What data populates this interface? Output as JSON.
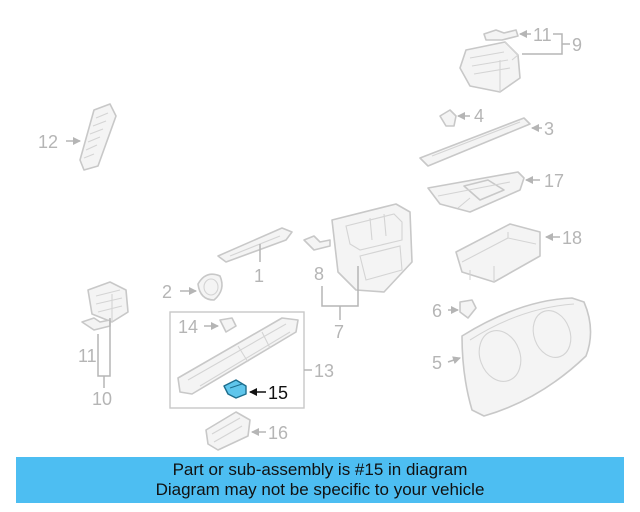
{
  "callouts": {
    "c1": "1",
    "c2": "2",
    "c3": "3",
    "c4": "4",
    "c5": "5",
    "c6": "6",
    "c7": "7",
    "c8": "8",
    "c9": "9",
    "c10": "10",
    "c11a": "11",
    "c11b": "11",
    "c12": "12",
    "c13": "13",
    "c14": "14",
    "c15": "15",
    "c16": "16",
    "c17": "17",
    "c18": "18"
  },
  "highlight": {
    "part": "15",
    "color": "#5fc6ec"
  },
  "banner": {
    "line1": "Part or sub-assembly is #15 in diagram",
    "line2": "Diagram may not be specific to your vehicle",
    "color": "#4dbef2"
  }
}
